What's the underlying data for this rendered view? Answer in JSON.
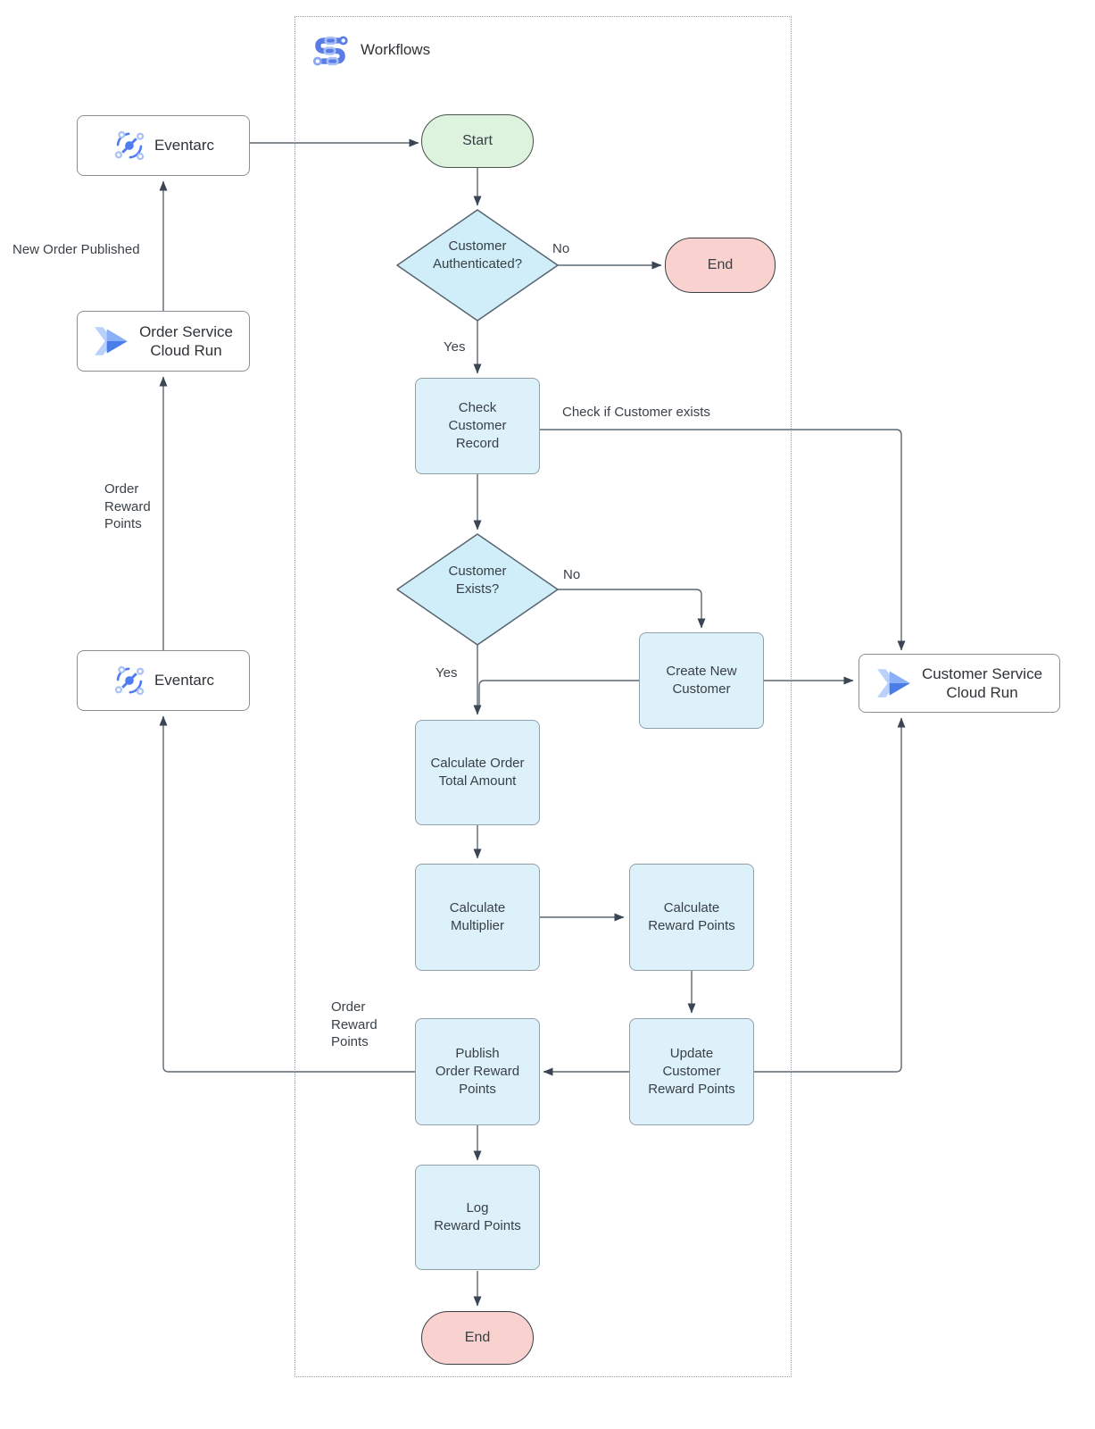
{
  "diagram": {
    "title": "Workflows",
    "nodes": {
      "eventarc_top": "Eventarc",
      "order_service": "Order Service\nCloud Run",
      "eventarc_bottom": "Eventarc",
      "customer_service": "Customer Service\nCloud Run",
      "start": "Start",
      "auth_decision": "Customer\nAuthenticated?",
      "end_top": "End",
      "check_record": "Check\nCustomer\nRecord",
      "exists_decision": "Customer\nExists?",
      "create_customer": "Create New\nCustomer",
      "calc_total": "Calculate Order\nTotal Amount",
      "calc_multiplier": "Calculate\nMultiplier",
      "calc_reward": "Calculate\nReward Points",
      "update_points": "Update\nCustomer\nReward Points",
      "publish_points": "Publish\nOrder Reward\nPoints",
      "log_points": "Log\nReward Points",
      "end_bottom": "End"
    },
    "edge_labels": {
      "auth_no": "No",
      "auth_yes": "Yes",
      "check_exists": "Check if Customer exists",
      "exists_no": "No",
      "exists_yes": "Yes",
      "new_order_published": "New Order Published",
      "order_reward_points_left": "Order\nReward\nPoints",
      "order_reward_points_publish": "Order\nReward\nPoints"
    },
    "icons": {
      "workflows": "workflows-icon",
      "eventarc": "eventarc-icon",
      "cloud_run": "cloud-run-icon"
    },
    "colors": {
      "process_fill": "#ddf1fb",
      "process_border": "#8fa0aa",
      "decision_fill": "#cfeef9",
      "decision_border": "#55616c",
      "start_fill": "#ddf3de",
      "start_border": "#49524a",
      "end_fill": "#f9d2d0",
      "end_border": "#3a4046",
      "service_border": "#8b9096",
      "service_text": "#2f3337",
      "node_text": "#383f45",
      "edge_label_text": "#3a4147",
      "connector": "#5c6670",
      "arrowhead": "#3a4653",
      "container_border": "#9aa0a6",
      "icon_blue": "#4f7df0",
      "icon_light_blue": "#a7c1f7"
    }
  }
}
